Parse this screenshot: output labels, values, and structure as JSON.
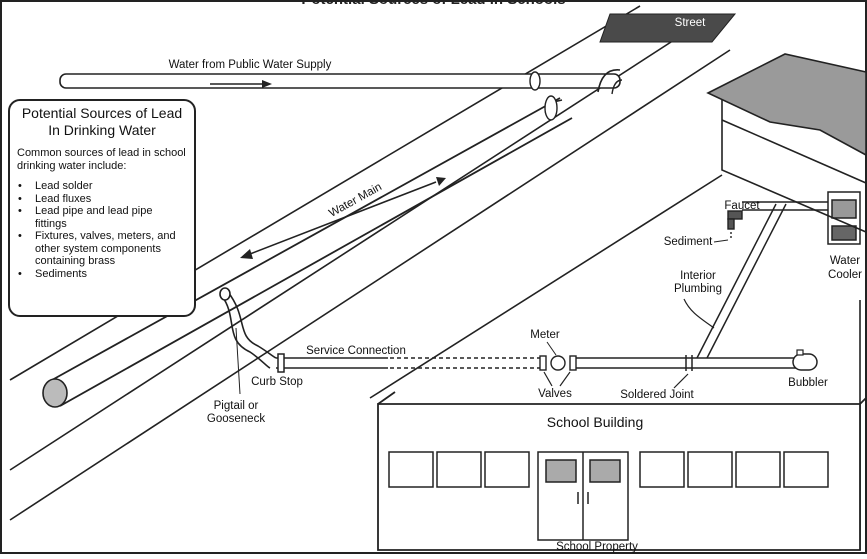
{
  "header": {
    "title": "Potential Sources of Lead in Schools"
  },
  "legend": {
    "title_line1": "Potential Sources of Lead",
    "title_line2": "In Drinking Water",
    "intro": "Common sources of lead in school drinking water include:",
    "items": [
      "Lead solder",
      "Lead fluxes",
      "Lead pipe and lead pipe fittings",
      "Fixtures, valves, meters, and other system components containing brass",
      "Sediments"
    ]
  },
  "labels": {
    "street": "Street",
    "public_supply": "Water from Public Water Supply",
    "water_main": "Water Main",
    "service_connection": "Service Connection",
    "curb_stop": "Curb Stop",
    "pigtail_line1": "Pigtail or",
    "pigtail_line2": "Gooseneck",
    "meter": "Meter",
    "valves": "Valves",
    "soldered_joint": "Soldered Joint",
    "bubbler": "Bubbler",
    "school_building": "School Building",
    "school_property": "School Property",
    "faucet": "Faucet",
    "sediment": "Sediment",
    "interior_line1": "Interior",
    "interior_line2": "Plumbing",
    "cooler_line1": "Water",
    "cooler_line2": "Cooler"
  }
}
